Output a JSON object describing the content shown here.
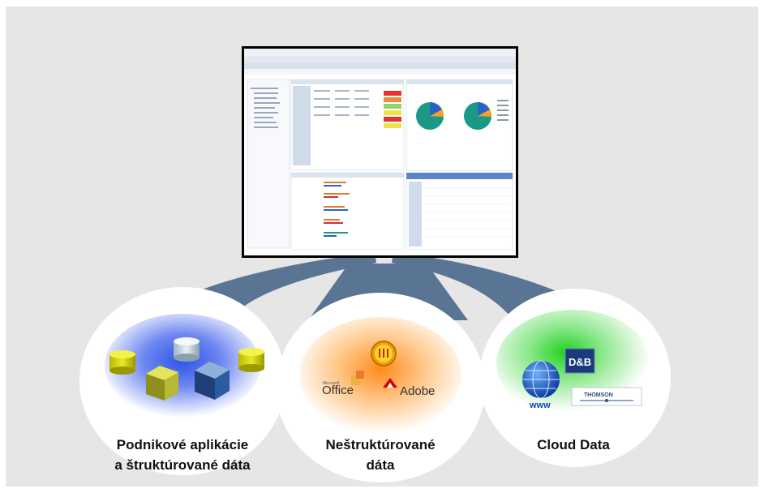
{
  "sources": [
    {
      "id": "enterprise",
      "label_lines": [
        "Podnikové aplikácie",
        "a štruktúrované dáta"
      ]
    },
    {
      "id": "unstructured",
      "label_lines": [
        "Neštruktúrované",
        "dáta"
      ]
    },
    {
      "id": "cloud",
      "label_lines": [
        "Cloud Data"
      ]
    }
  ],
  "logos": {
    "office_small": "Microsoft",
    "office": "Office",
    "adobe": "Adobe",
    "db": "D&B",
    "thomson": "THOMSON",
    "www": "www"
  },
  "colors": {
    "background": "#e6e6e6",
    "arrow": "#5a7494",
    "bubble": "#ffffff",
    "enterprise_glow": "#2c55e8",
    "unstructured_glow": "#ff8a1e",
    "cloud_glow": "#1ed21e"
  }
}
